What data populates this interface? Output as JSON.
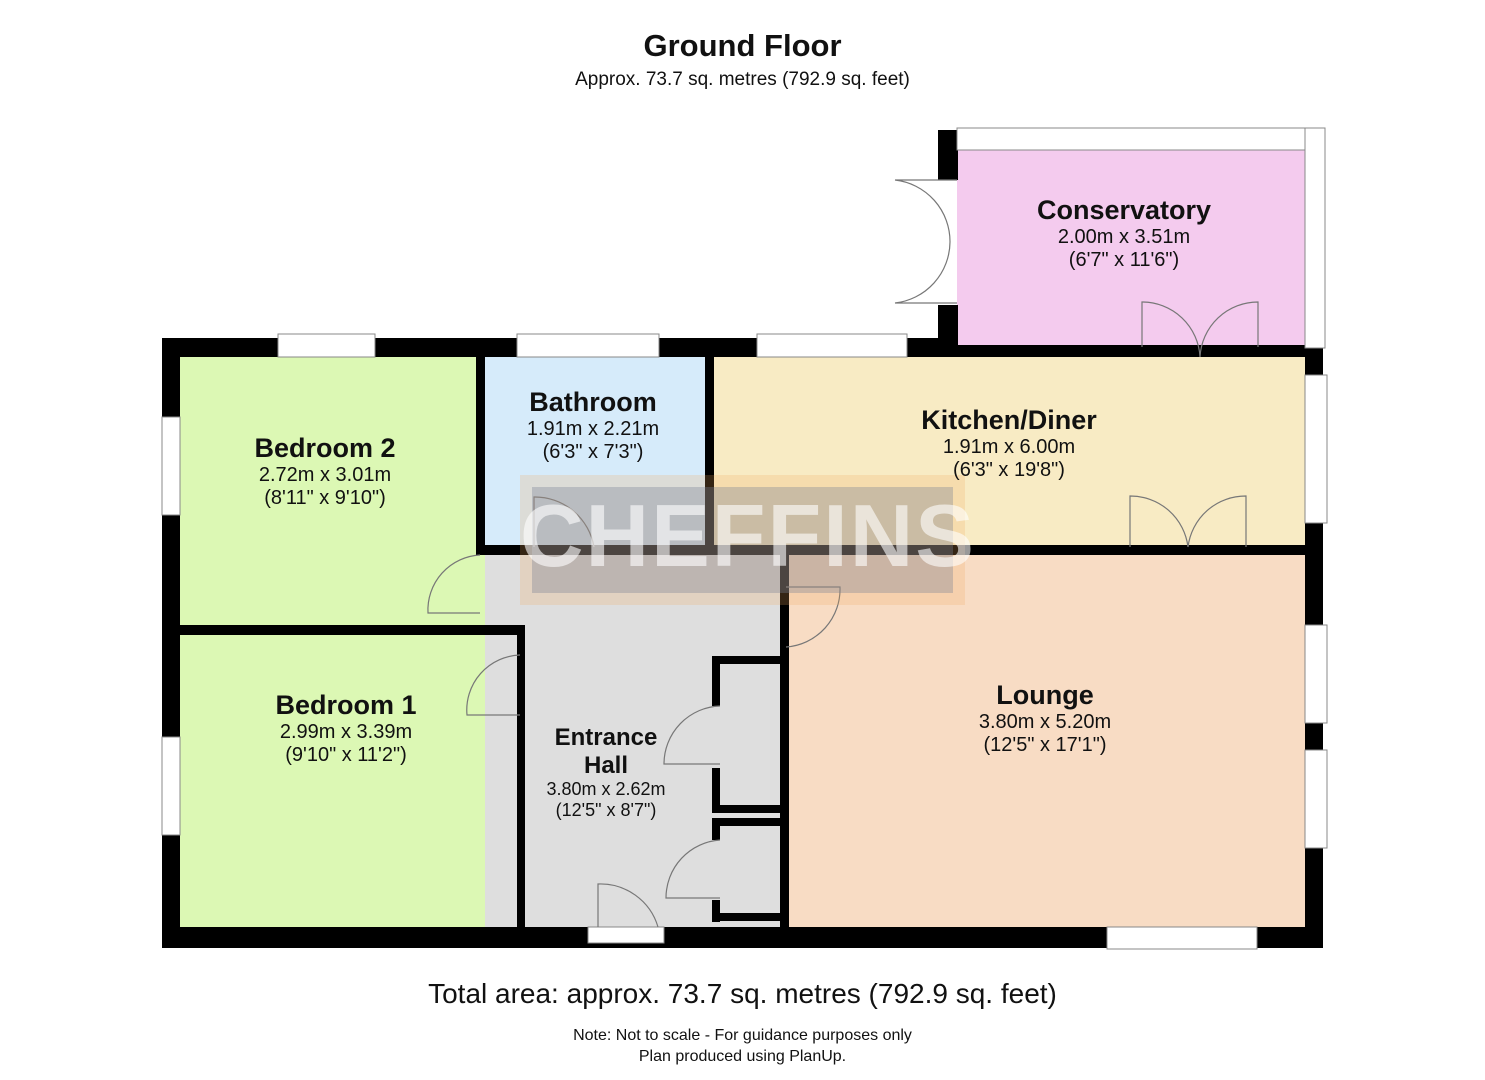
{
  "header": {
    "title": "Ground Floor",
    "subtitle": "Approx. 73.7 sq. metres (792.9 sq. feet)"
  },
  "rooms": [
    {
      "name": "Conservatory",
      "metric": "2.00m x 3.51m",
      "imperial": "(6'7\" x 11'6\")",
      "color": "#f4cbee"
    },
    {
      "name": "Bedroom 2",
      "metric": "2.72m x 3.01m",
      "imperial": "(8'11\" x 9'10\")",
      "color": "#dcf8b4"
    },
    {
      "name": "Bathroom",
      "metric": "1.91m x 2.21m",
      "imperial": "(6'3\" x 7'3\")",
      "color": "#d6ebfa"
    },
    {
      "name": "Kitchen/Diner",
      "metric": "1.91m x 6.00m",
      "imperial": "(6'3\" x 19'8\")",
      "color": "#f8ebc4"
    },
    {
      "name": "Bedroom 1",
      "metric": "2.99m x 3.39m",
      "imperial": "(9'10\" x 11'2\")",
      "color": "#dcf8b4"
    },
    {
      "name": "Entrance",
      "name2": "Hall",
      "metric": "3.80m x 2.62m",
      "imperial": "(12'5\" x 8'7\")",
      "color": "#dedede"
    },
    {
      "name": "Lounge",
      "metric": "3.80m x 5.20m",
      "imperial": "(12'5\" x 17'1\")",
      "color": "#f8dcc4"
    }
  ],
  "watermark": {
    "text": "CHEFFINS"
  },
  "footer": {
    "total_area": "Total area: approx. 73.7 sq. metres (792.9 sq. feet)",
    "note_line1": "Note: Not to scale - For guidance purposes only",
    "note_line2": "Plan produced using PlanUp."
  },
  "colors": {
    "wall": "#000000",
    "window": "#ffffff",
    "door_line": "#777777"
  }
}
